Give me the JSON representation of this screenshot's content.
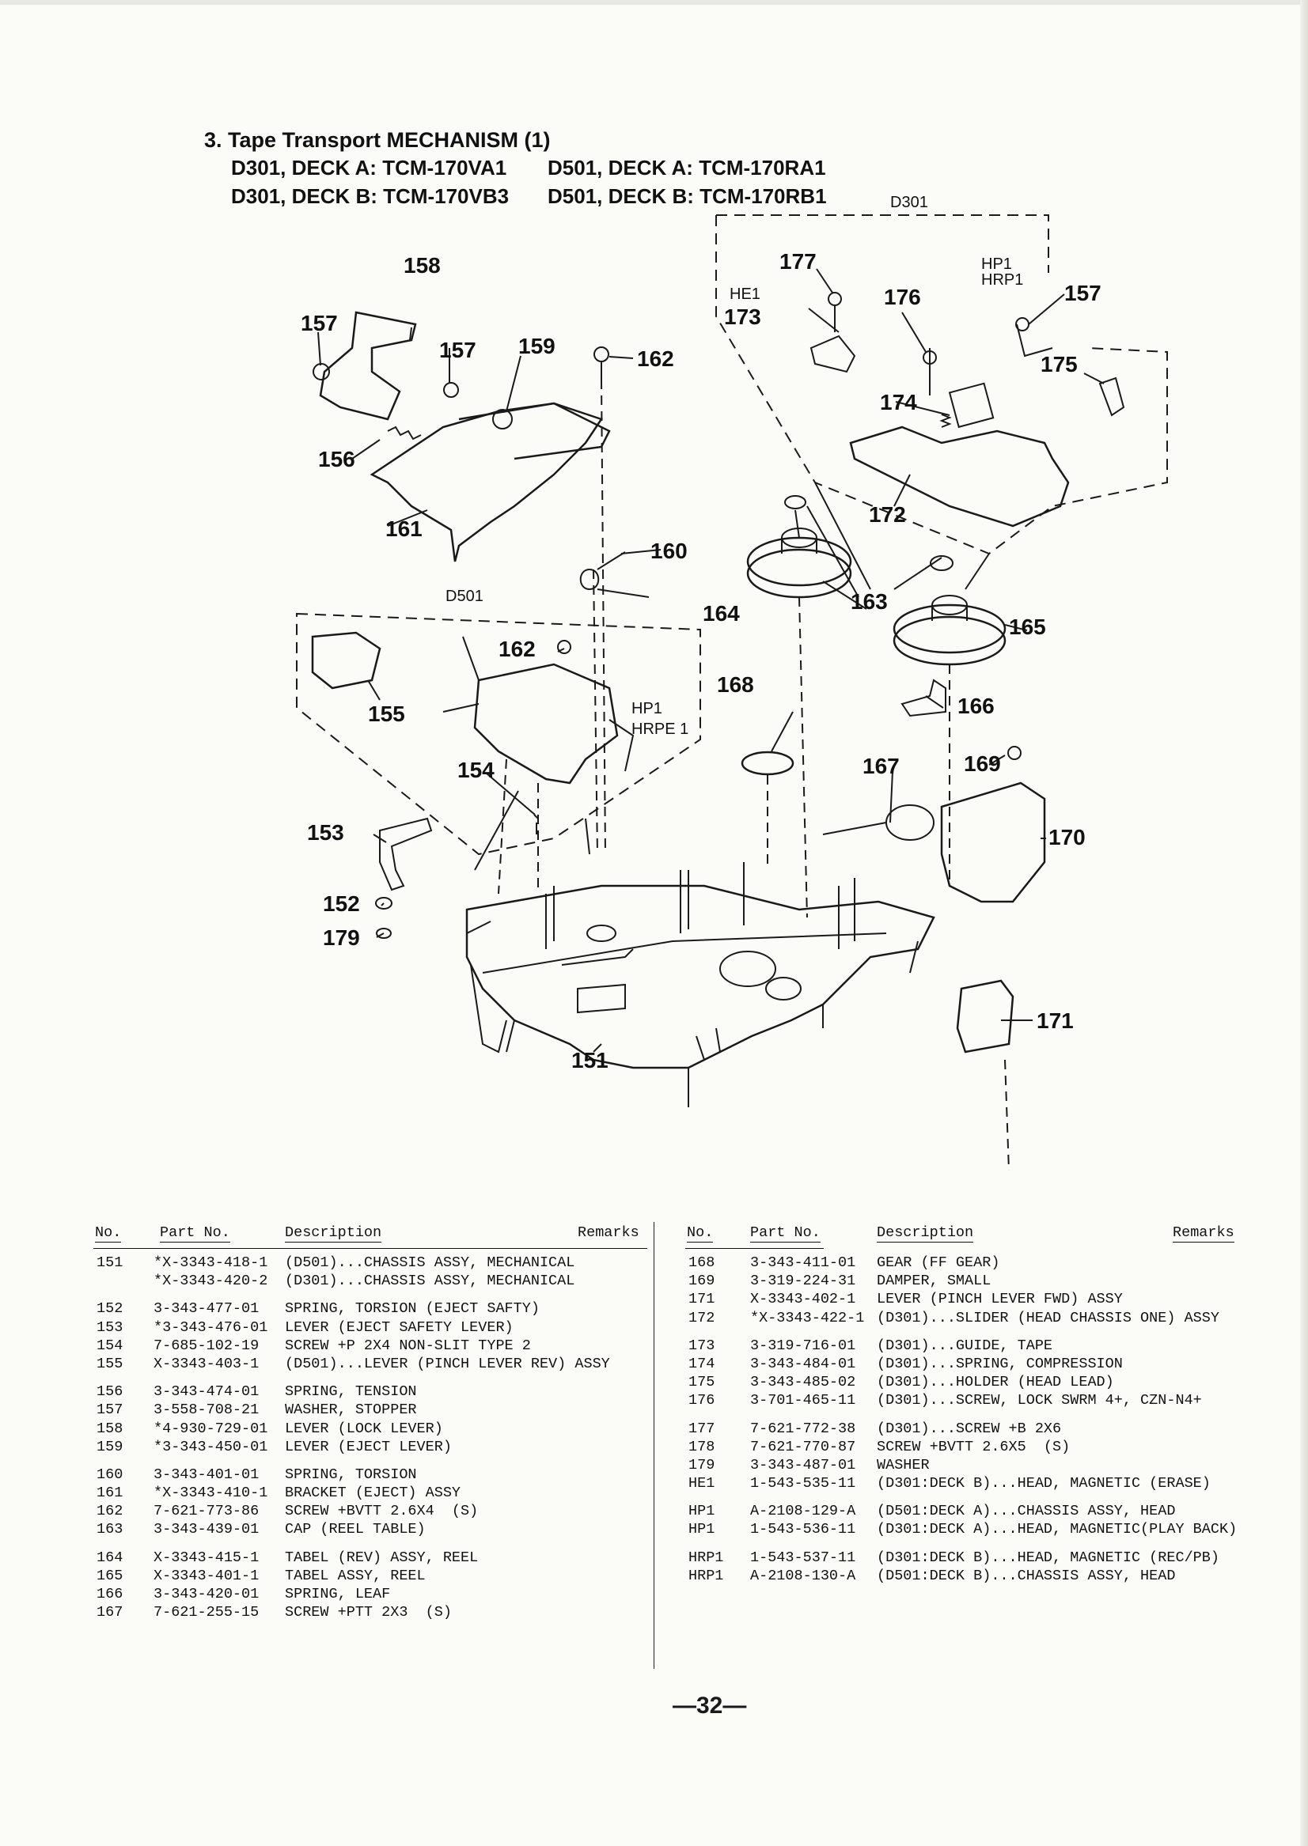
{
  "heading": {
    "line1": "3. Tape Transport MECHANISM (1)",
    "rows": [
      {
        "left": "D301, DECK  A:  TCM-170VA1",
        "right": "D501, DECK  A:  TCM-170RA1"
      },
      {
        "left": "D301, DECK  B:  TCM-170VB3",
        "right": "D501, DECK  B:  TCM-170RB1"
      }
    ]
  },
  "diagram": {
    "group_labels": {
      "d301": "D301",
      "d501": "D501"
    },
    "callouts": {
      "c151": "151",
      "c152": "152",
      "c153": "153",
      "c154": "154",
      "c155": "155",
      "c156": "156",
      "c157a": "157",
      "c157b": "157",
      "c157c": "157",
      "c158": "158",
      "c159": "159",
      "c160": "160",
      "c161": "161",
      "c162a": "162",
      "c162b": "162",
      "c163": "163",
      "c164": "164",
      "c165": "165",
      "c166": "166",
      "c167": "167",
      "c168": "168",
      "c169": "169",
      "c170": "170",
      "c171": "171",
      "c172": "172",
      "c173": "173",
      "c174": "174",
      "c175": "175",
      "c176": "176",
      "c177": "177",
      "c179": "179"
    },
    "small_labels": {
      "he1": "HE1",
      "hp1_top": "HP1",
      "hrp1_top": "HRP1",
      "hp1_mid": "HP1",
      "hrpe1_mid": "HRPE 1"
    }
  },
  "table": {
    "headers": {
      "no": "No.",
      "part_no": "Part No.",
      "description": "Description",
      "remarks": "Remarks"
    },
    "left_groups": [
      [
        {
          "no": "151",
          "part": "*X-3343-418-1",
          "desc": "(D501)...CHASSIS ASSY, MECHANICAL"
        },
        {
          "no": "",
          "part": "*X-3343-420-2",
          "desc": "(D301)...CHASSIS ASSY, MECHANICAL"
        }
      ],
      [
        {
          "no": "152",
          "part": "3-343-477-01",
          "desc": "SPRING, TORSION (EJECT SAFTY)"
        },
        {
          "no": "153",
          "part": "*3-343-476-01",
          "desc": "LEVER (EJECT SAFETY LEVER)"
        },
        {
          "no": "154",
          "part": "7-685-102-19",
          "desc": "SCREW +P 2X4 NON-SLIT TYPE 2"
        },
        {
          "no": "155",
          "part": "X-3343-403-1",
          "desc": "(D501)...LEVER (PINCH LEVER REV) ASSY"
        }
      ],
      [
        {
          "no": "156",
          "part": "3-343-474-01",
          "desc": "SPRING, TENSION"
        },
        {
          "no": "157",
          "part": "3-558-708-21",
          "desc": "WASHER, STOPPER"
        },
        {
          "no": "158",
          "part": "*4-930-729-01",
          "desc": "LEVER (LOCK LEVER)"
        },
        {
          "no": "159",
          "part": "*3-343-450-01",
          "desc": "LEVER (EJECT LEVER)"
        }
      ],
      [
        {
          "no": "160",
          "part": "3-343-401-01",
          "desc": "SPRING, TORSION"
        },
        {
          "no": "161",
          "part": "*X-3343-410-1",
          "desc": "BRACKET (EJECT) ASSY"
        },
        {
          "no": "162",
          "part": "7-621-773-86",
          "desc": "SCREW +BVTT 2.6X4  (S)"
        },
        {
          "no": "163",
          "part": "3-343-439-01",
          "desc": "CAP (REEL TABLE)"
        }
      ],
      [
        {
          "no": "164",
          "part": "X-3343-415-1",
          "desc": "TABEL (REV) ASSY, REEL"
        },
        {
          "no": "165",
          "part": "X-3343-401-1",
          "desc": "TABEL ASSY, REEL"
        },
        {
          "no": "166",
          "part": "3-343-420-01",
          "desc": "SPRING, LEAF"
        },
        {
          "no": "167",
          "part": "7-621-255-15",
          "desc": "SCREW +PTT 2X3  (S)"
        }
      ]
    ],
    "right_groups": [
      [
        {
          "no": "168",
          "part": "3-343-411-01",
          "desc": "GEAR (FF GEAR)"
        },
        {
          "no": "169",
          "part": "3-319-224-31",
          "desc": "DAMPER, SMALL"
        },
        {
          "no": "171",
          "part": "X-3343-402-1",
          "desc": "LEVER (PINCH LEVER FWD) ASSY"
        },
        {
          "no": "172",
          "part": "*X-3343-422-1",
          "desc": "(D301)...SLIDER (HEAD CHASSIS ONE) ASSY"
        }
      ],
      [
        {
          "no": "173",
          "part": "3-319-716-01",
          "desc": "(D301)...GUIDE, TAPE"
        },
        {
          "no": "174",
          "part": "3-343-484-01",
          "desc": "(D301)...SPRING, COMPRESSION"
        },
        {
          "no": "175",
          "part": "3-343-485-02",
          "desc": "(D301)...HOLDER (HEAD LEAD)"
        },
        {
          "no": "176",
          "part": "3-701-465-11",
          "desc": "(D301)...SCREW, LOCK SWRM 4+, CZN-N4+"
        }
      ],
      [
        {
          "no": "177",
          "part": "7-621-772-38",
          "desc": "(D301)...SCREW +B 2X6"
        },
        {
          "no": "178",
          "part": "7-621-770-87",
          "desc": "SCREW +BVTT 2.6X5  (S)"
        },
        {
          "no": "179",
          "part": "3-343-487-01",
          "desc": "WASHER"
        },
        {
          "no": "HE1",
          "part": "1-543-535-11",
          "desc": "(D301:DECK B)...HEAD, MAGNETIC (ERASE)"
        }
      ],
      [
        {
          "no": "HP1",
          "part": "A-2108-129-A",
          "desc": "(D501:DECK A)...CHASSIS ASSY, HEAD"
        },
        {
          "no": "HP1",
          "part": "1-543-536-11",
          "desc": "(D301:DECK A)...HEAD, MAGNETIC(PLAY BACK)"
        }
      ],
      [
        {
          "no": "HRP1",
          "part": "1-543-537-11",
          "desc": "(D301:DECK B)...HEAD, MAGNETIC (REC/PB)"
        },
        {
          "no": "HRP1",
          "part": "A-2108-130-A",
          "desc": "(D501:DECK B)...CHASSIS ASSY, HEAD"
        }
      ]
    ]
  },
  "footer": {
    "page": "—32—"
  }
}
